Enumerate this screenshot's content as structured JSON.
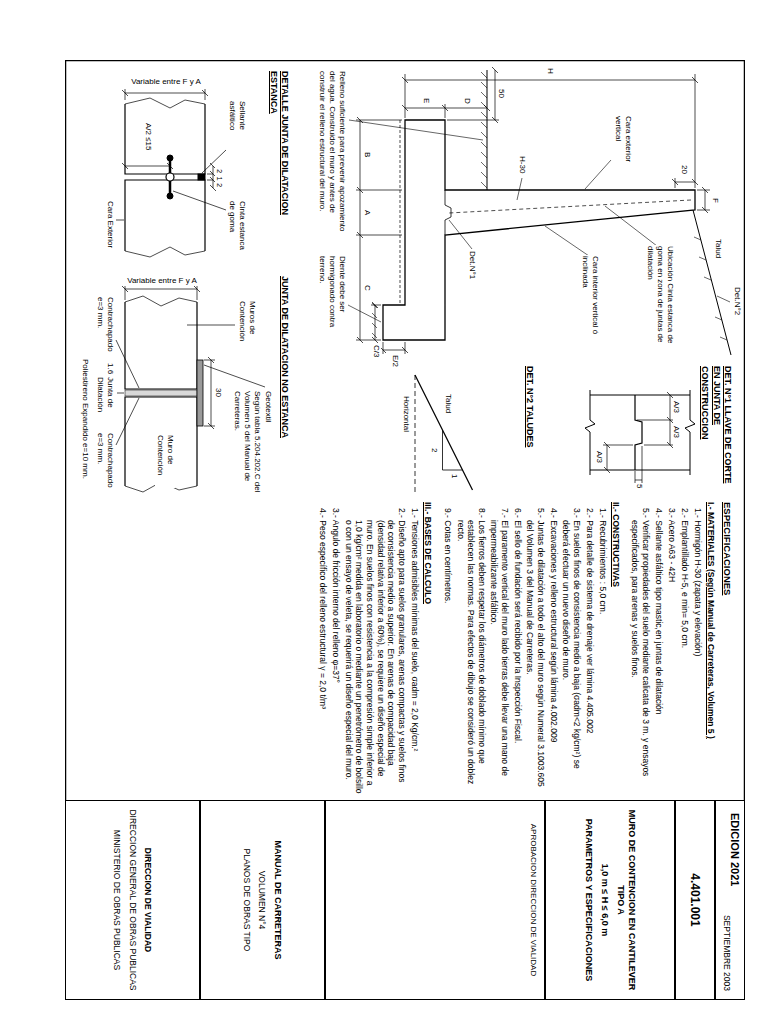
{
  "diagram": {
    "nodes": [
      {
        "text": [
          "DIRECCION DE VIALIDAD",
          "DIRECCION GENERAL DE OBRAS PUBLICAS",
          "MINISTERIO DE OBRAS PUBLICAS"
        ]
      },
      {
        "text": [
          "MANUAL DE CARRETERAS",
          "VOLUMEN N°4",
          "PLANOS DE OBRAS TIPO"
        ]
      },
      {
        "text": [
          "APROBACION DIRECCION DE VIALIDAD"
        ]
      },
      {
        "text": [
          "MURO DE CONTENCION EN CANTILEVER TIPO A",
          "1,0 m ≤ H ≤ 6,0 m",
          "PARAMETROS Y ESPECIFICACIONES"
        ]
      },
      {
        "text": [
          "4.401.001"
        ]
      },
      {
        "text": [
          "SEPTIEMBRE 2003"
        ]
      }
    ],
    "labels": [
      "Det.N°2",
      "Talud",
      "F",
      "20",
      "H",
      "Ubicación Cinta estanca de goma en zona de juntas de dilatación",
      "Cara interior vertical ó inclinada",
      "Cara exterior vertical",
      "H-30",
      "Det.N°1",
      "Diente debe ser hormigonado contra terreno.",
      "50",
      "D",
      "E",
      "B",
      "A",
      "C",
      "E/2",
      "C/3",
      "Relleno suficiente para prevenir apozamiento del agua. Construido el muro y antes de construir el relleno estructural del muro.",
      "DET. N°1 LLAVE DE CORTE EN JUNTA DE CONSTRUCCION",
      "A/3",
      "A/3",
      "5",
      "A/3",
      "DET. N°2 TALUDES",
      "Talud",
      "1",
      "2",
      "Horizontal",
      "DETALLE JUNTA DE DILATACION ESTANCA",
      "2",
      "1",
      "2",
      "Sellante asfáltico",
      "Cinta estanca de goma",
      "A/2 ≤15",
      "Cara Exterior",
      "Variable entre F y A",
      "JUNTA DE DILATACION NO ESTANCA",
      "Geotextil",
      "Según tabla 5.204.202.C del Volumen 5 del Manual de Carreteras.",
      "30",
      "Muros de Contención",
      "Muro de Contención",
      "Contrachapado e=3 mm.",
      "1.6",
      "Junta de Dilatación",
      "Contrachapado e=3 mm.",
      "Poliestireno Expandido e=10 mm.",
      "Variable entre F y A",
      "ESPECIFICACIONES",
      "I.- MATERIALES (Según Manual de Carreteras, Volumen 5 )",
      "1.- Hormigón H-30 (zapata y elevación)",
      "2.- Emplantillado H-5, e min= 5,0 cm.",
      "3.- Acero A63 - 42H",
      "4.- Sellante asfáltico tipo mastic,en juntas de dilatación",
      "5.- Verificar propiedades del suelo mediante calicata de 3 m. y ensayos especificados, para arenas y suelos finos.",
      "II.- CONSTRUCTIVAS",
      "1.- Recubrimientos : 5,0 cm.",
      "2.- Para detalle de sistema de drenaje ver lámina 4.405.002",
      "3.- En suelos finos de consistencia medio a baja (σadm<2 kg/cm²) se deberá efectuar un nuevo diseño de muro.",
      "4.- Excavaciones y relleno estructural según lámina 4.002.009",
      "5.- Juntas de dilatación a todo el alto del muro según Numeral 3.1003.605 del Volumen 3 del Manual de Carreteras.",
      "6.- El sello de fundación será recibido por la Inspección Fiscal.",
      "7.- El paramento vertical del muro lado tierras debe llevar una mano de impermeabilizante asfáltico.",
      "8.- Los fierros deben respetar los diámetros de doblado mínimo que establecen las normas. Para efectos de dibujo se consideró un doblez recto.",
      "9.- Cotas en centímetros.",
      "III.- BASES DE CALCULO",
      "1.- Tensiones admisibles mínimas del suelo, σadm = 2,0 Kg/cm.²",
      "2.- Diseño apto para suelos granulares, arenas compactas y suelos finos de consistencia medio a superior. En arenas de compacidad baja (densidad relativa inferior a 60%), se requiere un diseño especial de muro. En suelos finos con resistencia a la compresión simple inferior a 1,0 kg/cm² medida en laboratorio o mediante un penetrómetro de bolsillo o con un ensayo de veleta, se requerirá un diseño especial del muro.",
      "3.- Angulo de fricción interno del relleno φ=37°",
      "4.- Peso específico del relleno estructural γ = 2,0 t/m³",
      "EDICION 2021"
    ]
  }
}
